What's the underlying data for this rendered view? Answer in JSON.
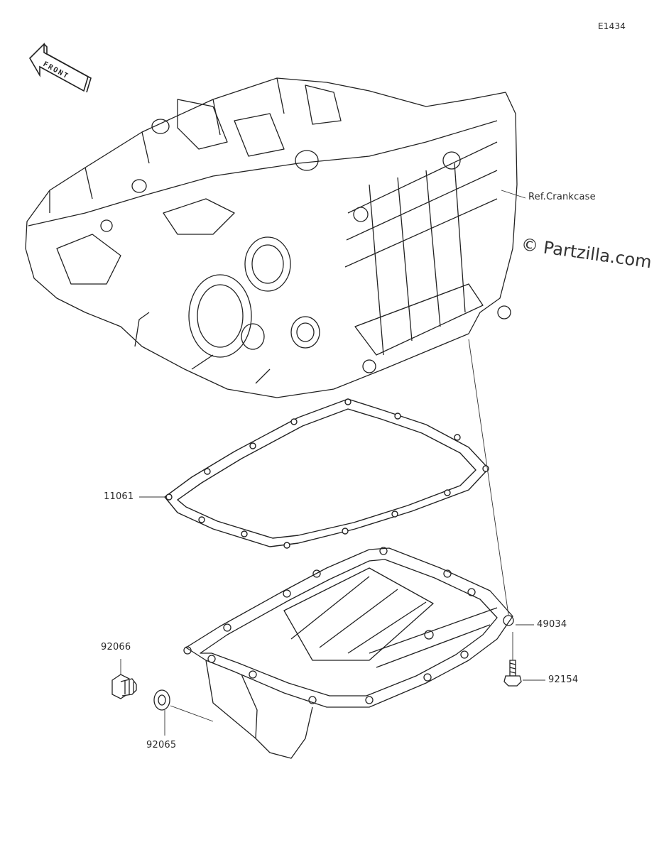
{
  "diagram": {
    "code": "E1434",
    "front_label": "FRONT",
    "watermark": "© Partzilla.com",
    "parts": [
      {
        "number": "Ref.Crankcase"
      },
      {
        "number": "11061"
      },
      {
        "number": "49034"
      },
      {
        "number": "92066"
      },
      {
        "number": "92154"
      },
      {
        "number": "92065"
      }
    ]
  }
}
